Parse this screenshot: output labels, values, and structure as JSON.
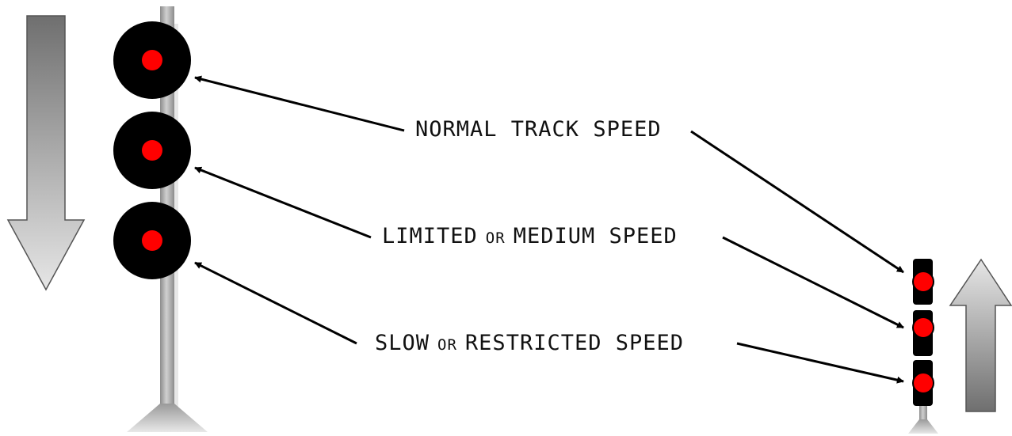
{
  "labels": {
    "normal": "NORMAL TRACK SPEED",
    "limited_main": "LIMITED",
    "limited_or": "OR",
    "limited_rest": "MEDIUM SPEED",
    "slow_main": "SLOW",
    "slow_or": "OR",
    "slow_rest": "RESTRICTED SPEED"
  },
  "colors": {
    "lamp": "#ff0000",
    "head": "#000000",
    "mast": "#9a9a9a",
    "arrow": "#8a8a8a"
  },
  "icons": {
    "left_arrow": "arrow-down-icon",
    "right_arrow": "arrow-up-icon"
  }
}
